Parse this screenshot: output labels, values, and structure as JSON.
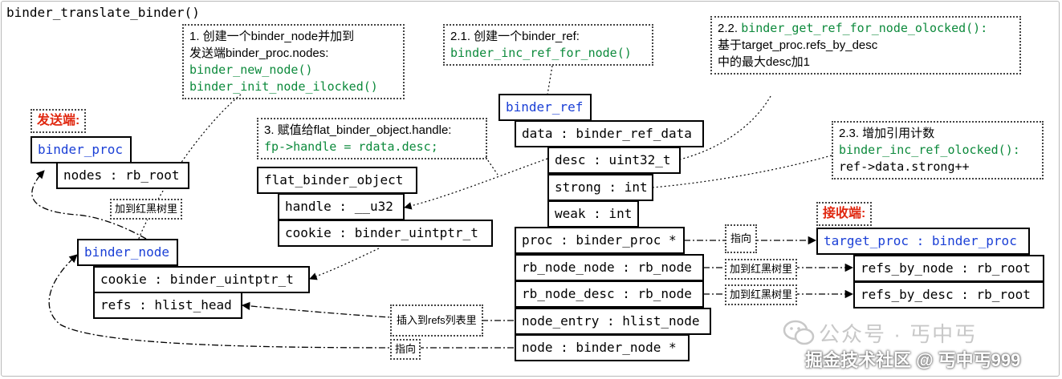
{
  "title": "binder_translate_binder()",
  "notes": {
    "n1": [
      "1. 创建一个binder_node并加到",
      "发送端binder_proc.nodes:",
      "binder_new_node()",
      "binder_init_node_ilocked()"
    ],
    "n21": [
      "2.1. 创建一个binder_ref:",
      "binder_inc_ref_for_node()"
    ],
    "n22": [
      "2.2. binder_get_ref_for_node_olocked():",
      "基于target_proc.refs_by_desc",
      "中的最大desc加1"
    ],
    "n23": [
      "2.3. 增加引用计数",
      "binder_inc_ref_olocked():",
      "ref->data.strong++"
    ],
    "n3": [
      "3. 赋值给flat_binder_object.handle:",
      "fp->handle = rdata.desc;"
    ]
  },
  "labels": {
    "sender": "发送端:",
    "receiver": "接收端:"
  },
  "boxes": {
    "binder_proc": "binder_proc",
    "nodes": "nodes : rb_root",
    "binder_node": "binder_node",
    "cookie_node": "cookie : binder_uintptr_t",
    "refs": "refs : hlist_head",
    "flat": "flat_binder_object",
    "handle": "handle : __u32",
    "cookie_flat": "cookie : binder_uintptr_t",
    "binder_ref": "binder_ref",
    "data": "data : binder_ref_data",
    "desc": "desc : uint32_t",
    "strong": "strong : int",
    "weak": "weak : int",
    "proc": "proc : binder_proc *",
    "rb_node_node": "rb_node_node : rb_node",
    "rb_node_desc": "rb_node_desc : rb_node",
    "node_entry": "node_entry : hlist_node",
    "node": "node : binder_node *",
    "target_proc": "target_proc : binder_proc",
    "refs_by_node": "refs_by_node : rb_root",
    "refs_by_desc": "refs_by_desc : rb_root"
  },
  "tags": {
    "add_rb_left": "加到红黑树里",
    "point_proc": "指向",
    "add_rb_node": "加到红黑树里",
    "add_rb_desc": "加到红黑树里",
    "insert_refs": "插入到refs列表里",
    "point_node": "指向"
  },
  "watermark": {
    "line1": "公众号 · 丐中丐",
    "line2": "掘金技术社区 @ 丐中丐999"
  },
  "colors": {
    "type_blue": "#1a3fd6",
    "func_green": "#0d8a3c",
    "label_red": "#e02810"
  }
}
